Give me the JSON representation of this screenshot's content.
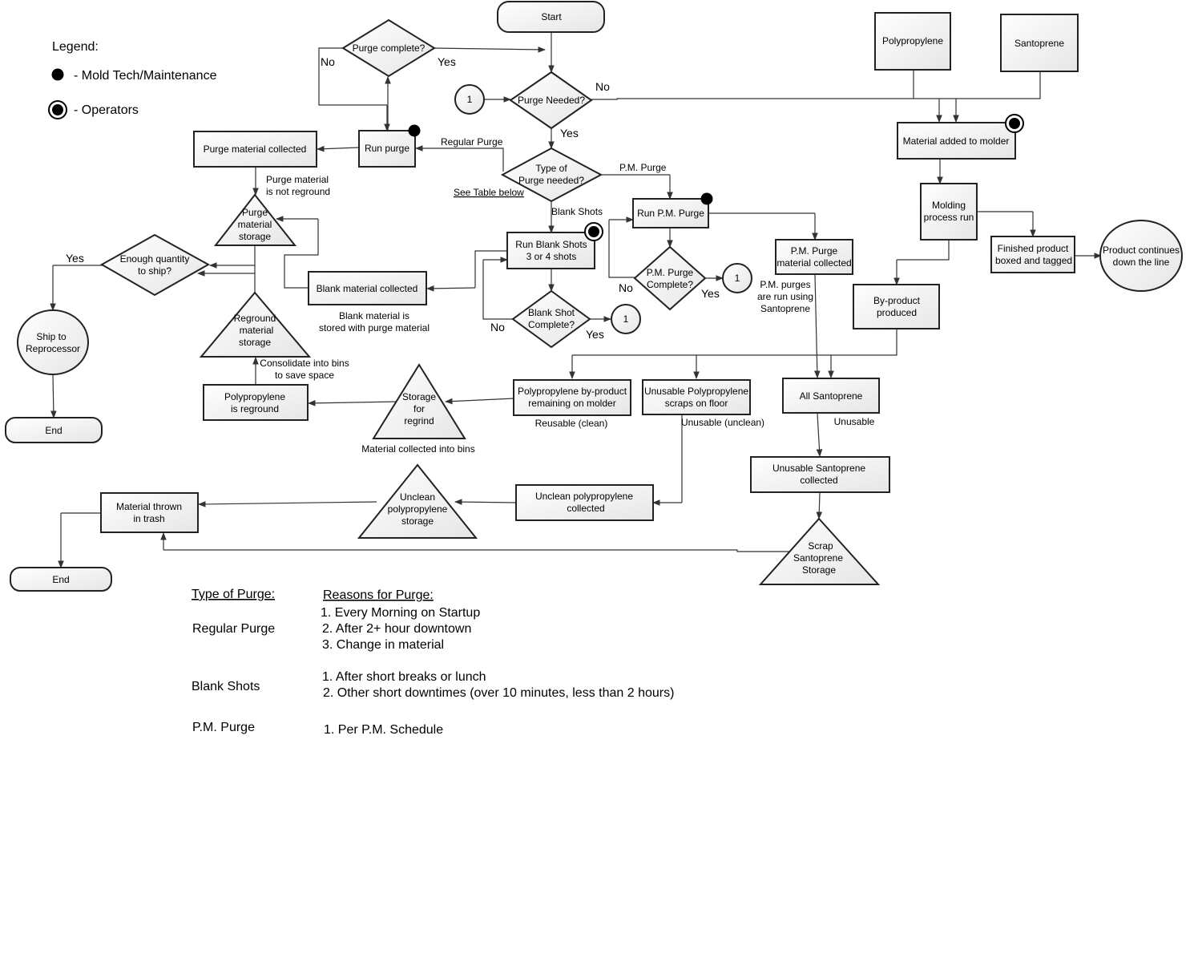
{
  "legend": {
    "title": "Legend:",
    "mold_tech": "- Mold Tech/Maintenance",
    "operators": "- Operators"
  },
  "nodes": {
    "start": "Start",
    "purge_complete": "Purge complete?",
    "purge_needed": "Purge Needed?",
    "connector": "1",
    "polypropylene": "Polypropylene",
    "santoprene": "Santoprene",
    "material_added": "Material added to molder",
    "run_purge": "Run purge",
    "purge_collected": "Purge material collected",
    "type_of_purge": [
      "Type of",
      "Purge needed?"
    ],
    "see_table": "See Table below",
    "purge_storage": [
      "Purge",
      "material",
      "storage"
    ],
    "enough_qty": [
      "Enough quantity",
      "to ship?"
    ],
    "ship_reprocessor": [
      "Ship to",
      "Reprocessor"
    ],
    "end": "End",
    "regrind_storage": [
      "Reground",
      "material",
      "storage"
    ],
    "blank_collected": "Blank material collected",
    "run_blank": [
      "Run Blank Shots",
      "3 or 4 shots"
    ],
    "blank_complete": [
      "Blank Shot",
      "Complete?"
    ],
    "run_pm": "Run P.M. Purge",
    "pm_complete": [
      "P.M. Purge",
      "Complete?"
    ],
    "pm_collected": [
      "P.M. Purge",
      "material collected"
    ],
    "molding": [
      "Molding",
      "process run"
    ],
    "finished_boxed": [
      "Finished product",
      "boxed and tagged"
    ],
    "continues": [
      "Product continues",
      "down the line"
    ],
    "byproduct": [
      "By-product",
      "produced"
    ],
    "pp_reground": [
      "Polypropylene",
      "is reground"
    ],
    "storage_regrind": [
      "Storage",
      "for",
      "regrind"
    ],
    "pp_remaining": [
      "Polypropylene by-product",
      "remaining on molder"
    ],
    "pp_scraps": [
      "Unusable Polypropylene",
      "scraps on floor"
    ],
    "all_santoprene": "All Santoprene",
    "unusable_santo": [
      "Unusable Santoprene",
      "collected"
    ],
    "unclean_collected": [
      "Unclean polypropylene",
      "collected"
    ],
    "unclean_storage": [
      "Unclean",
      "polypropylene",
      "storage"
    ],
    "thrown_trash": [
      "Material thrown",
      "in trash"
    ],
    "scrap_santo": [
      "Scrap",
      "Santoprene",
      "Storage"
    ]
  },
  "labels": {
    "no": "No",
    "yes": "Yes",
    "regular_purge": "Regular Purge",
    "pm_purge": "P.M. Purge",
    "blank_shots": "Blank Shots",
    "not_reground": [
      "Purge material",
      "is not reground"
    ],
    "blank_stored": [
      "Blank material is",
      "stored with purge material"
    ],
    "consolidate": [
      "Consolidate into bins",
      "to save space"
    ],
    "pm_santoprene": [
      "P.M. purges",
      "are run using",
      "Santoprene"
    ],
    "reusable": "Reusable (clean)",
    "collected_bins": "Material collected into bins",
    "unusable_unclean": "Unusable (unclean)",
    "unusable": "Unusable"
  },
  "table": {
    "col1_header": "Type of Purge:",
    "col2_header": "Reasons for Purge:",
    "rows": [
      {
        "type": "Regular Purge",
        "reasons": [
          "1. Every Morning on Startup",
          "2. After 2+ hour downtown",
          "3. Change in material"
        ]
      },
      {
        "type": "Blank Shots",
        "reasons": [
          "1. After short breaks or lunch",
          "2. Other short downtimes (over 10 minutes, less than 2 hours)"
        ]
      },
      {
        "type": "P.M. Purge",
        "reasons": [
          "1. Per P.M. Schedule"
        ]
      }
    ]
  }
}
